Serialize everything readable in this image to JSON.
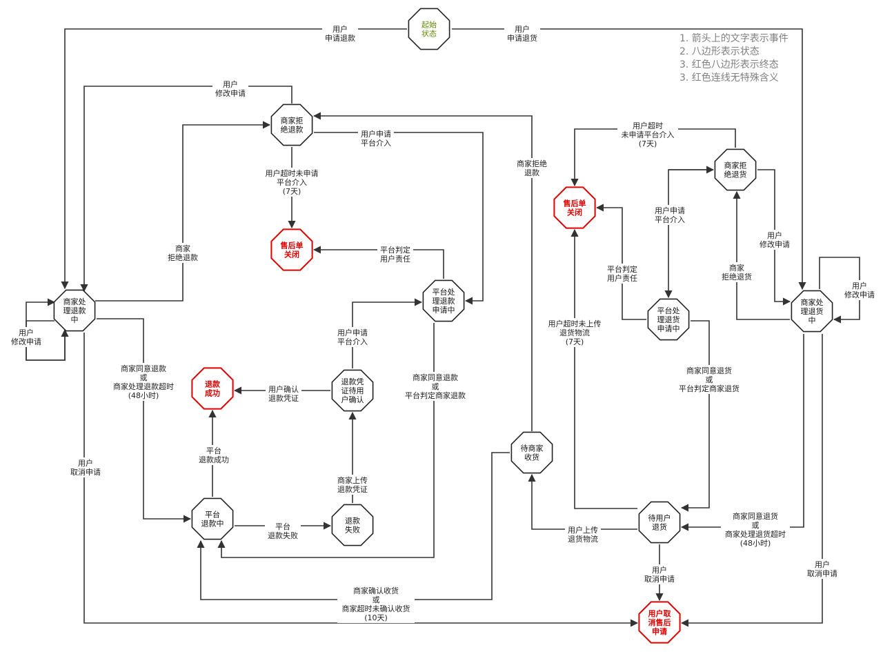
{
  "legend": [
    "1. 箭头上的文字表示事件",
    "2. 八边形表示状态",
    "3. 红色八边形表示终态",
    "3. 红色连线无特殊含义"
  ],
  "colors": {
    "normal_state": "#222222",
    "final_state": "#e00000",
    "start_state": "#5a8a00",
    "edge": "#333333",
    "legend_text": "#808080"
  },
  "states": {
    "start": [
      "起始",
      "状态"
    ],
    "refund_rejected": [
      "商家拒",
      "绝退款"
    ],
    "closed_left": [
      "售后单",
      "关闭"
    ],
    "platform_refund_review": [
      "平台处",
      "理退款",
      "申请中"
    ],
    "merchant_refund_processing": [
      "商家处",
      "理退款",
      "中"
    ],
    "refund_success": [
      "退款",
      "成功"
    ],
    "voucher_pending": [
      "退款凭",
      "证待用",
      "户确认"
    ],
    "platform_refunding": [
      "平台",
      "退款中"
    ],
    "refund_failed": [
      "退款",
      "失败"
    ],
    "awaiting_merchant_receipt": [
      "待商家",
      "收货"
    ],
    "return_rejected": [
      "商家拒",
      "绝退货"
    ],
    "closed_right": [
      "售后单",
      "关闭"
    ],
    "platform_return_review": [
      "平台处",
      "理退货",
      "申请中"
    ],
    "merchant_return_processing": [
      "商家处",
      "理退货",
      "中"
    ],
    "awaiting_user_return": [
      "待用户",
      "退货"
    ],
    "user_cancelled": [
      "用户取",
      "消售后",
      "申请"
    ]
  },
  "edge_labels": {
    "start_to_refund": [
      "用户",
      "申请退款"
    ],
    "start_to_return": [
      "用户",
      "申请退货"
    ],
    "refund_modify_top": [
      "用户",
      "修改申请"
    ],
    "rejected_appeal": [
      "用户申请",
      "平台介入"
    ],
    "merchant_return_rejected_refund": [
      "商家拒绝",
      "退款"
    ],
    "rejected_timeout": [
      "用户超时未申请",
      "平台介入",
      "(7天)"
    ],
    "merchant_reject_refund": [
      "商家",
      "拒绝退款"
    ],
    "platform_user_fault": [
      "平台判定",
      "用户责任"
    ],
    "refund_modify_left": [
      "用户",
      "修改申请"
    ],
    "voucher_appeal": [
      "用户申请",
      "平台介入"
    ],
    "merchant_agree_refund": [
      "商家同意退款",
      "或",
      "商家处理退款超时",
      "(48小时)"
    ],
    "user_confirm_voucher": [
      "用户确认",
      "退款凭证"
    ],
    "platform_agree_refund": [
      "商家同意退款",
      "或",
      "平台判定商家退款"
    ],
    "refund_cancel": [
      "用户",
      "取消申请"
    ],
    "platform_success": [
      "平台",
      "退款成功"
    ],
    "merchant_upload_voucher": [
      "商家上传",
      "退款凭证"
    ],
    "platform_fail": [
      "平台",
      "退款失败"
    ],
    "merchant_confirm_receipt": [
      "商家确认收货",
      "或",
      "商家超时未确认收货",
      "(10天)"
    ],
    "return_reject_timeout": [
      "用户超时",
      "未申请平台介入",
      "(7天)"
    ],
    "return_appeal": [
      "用户申请",
      "平台介入"
    ],
    "return_modify_right": [
      "用户",
      "修改申请"
    ],
    "merchant_reject_return": [
      "商家",
      "拒绝退货"
    ],
    "return_platform_user_fault": [
      "平台判定",
      "用户责任"
    ],
    "return_modify_self": [
      "用户",
      "修改申请"
    ],
    "user_no_upload": [
      "用户超时未上传",
      "退货物流",
      "(7天)"
    ],
    "platform_agree_return": [
      "商家同意退货",
      "或",
      "平台判定商家退货"
    ],
    "user_upload_logistics": [
      "用户上传",
      "退货物流"
    ],
    "merchant_agree_return": [
      "商家同意退货",
      "或",
      "商家处理退货超时",
      "(48小时)"
    ],
    "return_user_cancel": [
      "用户",
      "取消申请"
    ],
    "return_cancel_right": [
      "用户",
      "取消申请"
    ]
  }
}
